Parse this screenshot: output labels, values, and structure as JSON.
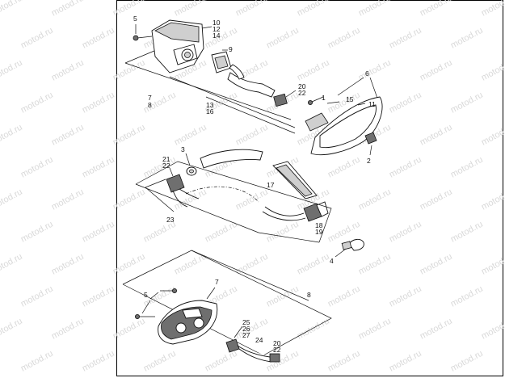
{
  "watermark": {
    "text": "motod.ru"
  },
  "callouts": {
    "top": {
      "c5": "5",
      "c10": "10",
      "c12": "12",
      "c14": "14",
      "c9": "9",
      "c20": "20",
      "c22": "22",
      "c7": "7",
      "c8": "8",
      "c13": "13",
      "c16": "16",
      "c6": "6",
      "c1": "1",
      "c15": "15",
      "c11": "11",
      "c2": "2"
    },
    "middle": {
      "c3": "3",
      "c21": "21",
      "c22": "22",
      "c17": "17",
      "c23": "23",
      "c18": "18",
      "c19": "19",
      "c4": "4"
    },
    "bottom": {
      "c7": "7",
      "c5": "5",
      "c8": "8",
      "c25": "25",
      "c26": "26",
      "c27": "27",
      "c24": "24",
      "c20": "20",
      "c22": "22"
    }
  }
}
